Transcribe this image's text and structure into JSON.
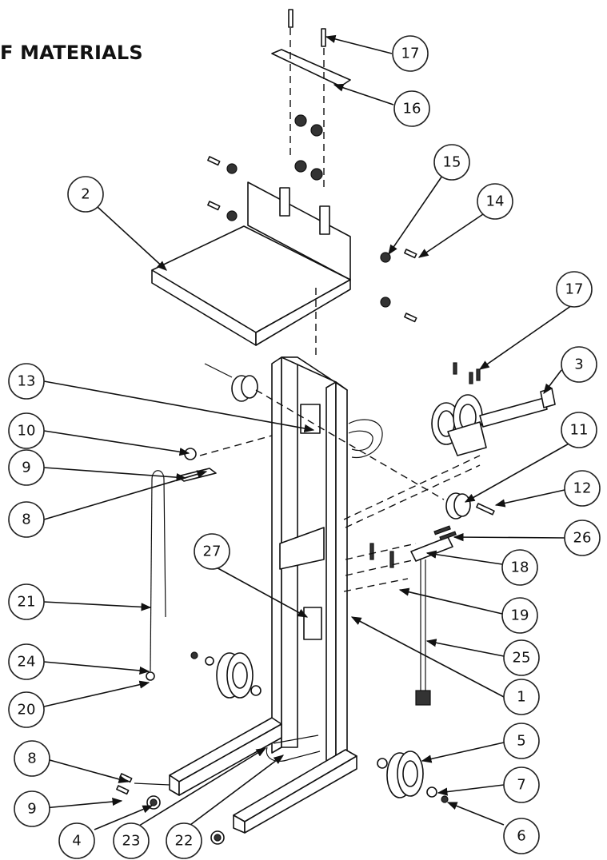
{
  "title": "F MATERIALS",
  "callouts": [
    "17",
    "16",
    "15",
    "14",
    "2",
    "17",
    "3",
    "13",
    "11",
    "10",
    "12",
    "9",
    "26",
    "8",
    "27",
    "18",
    "21",
    "19",
    "25",
    "24",
    "1",
    "20",
    "5",
    "8",
    "7",
    "9",
    "4",
    "23",
    "22",
    "6"
  ]
}
